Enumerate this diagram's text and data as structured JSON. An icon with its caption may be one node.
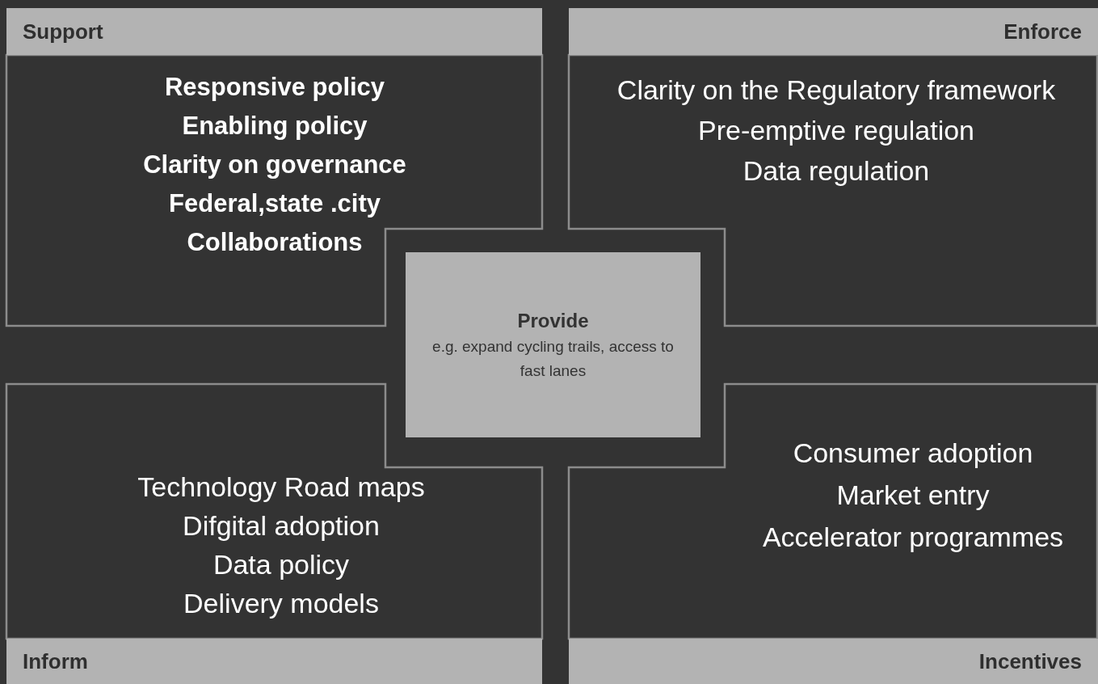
{
  "diagram": {
    "nodes": [
      {
        "text": [
          "Support",
          "Responsive policy",
          "Enabling policy",
          "Clarity on governance",
          "Federal,state .city",
          "Collaborations"
        ]
      },
      {
        "text": [
          "Enforce",
          "Clarity on the Regulatory framework",
          "Pre-emptive regulation",
          "Data regulation"
        ]
      },
      {
        "text": [
          "Inform",
          "Technology Road maps",
          "Difgital adoption",
          "Data policy",
          "Delivery models"
        ]
      },
      {
        "text": [
          "Incentives",
          "Consumer adoption",
          "Market entry",
          "Accelerator programmes"
        ]
      },
      {
        "text": [
          "Provide",
          "e.g. expand cycling trails, access to fast lanes"
        ]
      }
    ]
  }
}
